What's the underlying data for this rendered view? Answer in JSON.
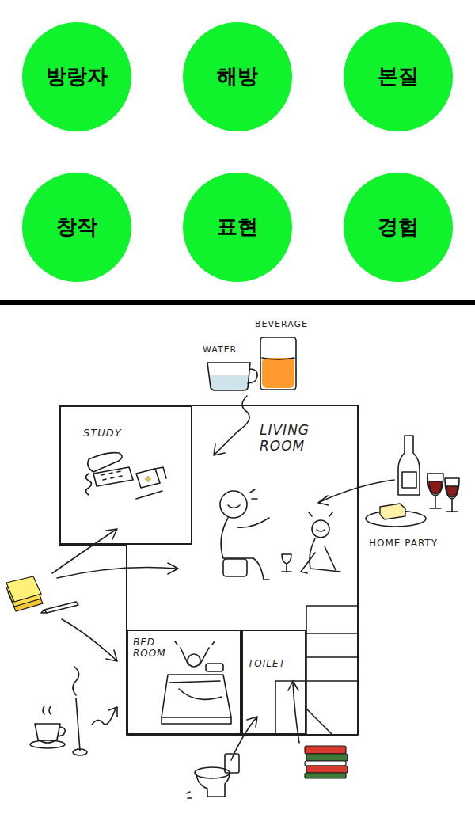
{
  "diagram": {
    "nodes": [
      {
        "text": [
          "방랑자"
        ]
      },
      {
        "text": [
          "해방"
        ]
      },
      {
        "text": [
          "본질"
        ]
      },
      {
        "text": [
          "창작"
        ]
      },
      {
        "text": [
          "표현"
        ]
      },
      {
        "text": [
          "경험"
        ]
      },
      {
        "text": [
          "LIVING ROOM"
        ]
      },
      {
        "text": [
          "STUDY"
        ],
        "in": 6
      },
      {
        "text": [
          "BED ROOM"
        ],
        "in": 6
      },
      {
        "text": [
          "TOILET"
        ],
        "in": 6
      }
    ],
    "labels": [
      "BEVERAGE",
      "WATER",
      "HOME PARTY"
    ]
  }
}
